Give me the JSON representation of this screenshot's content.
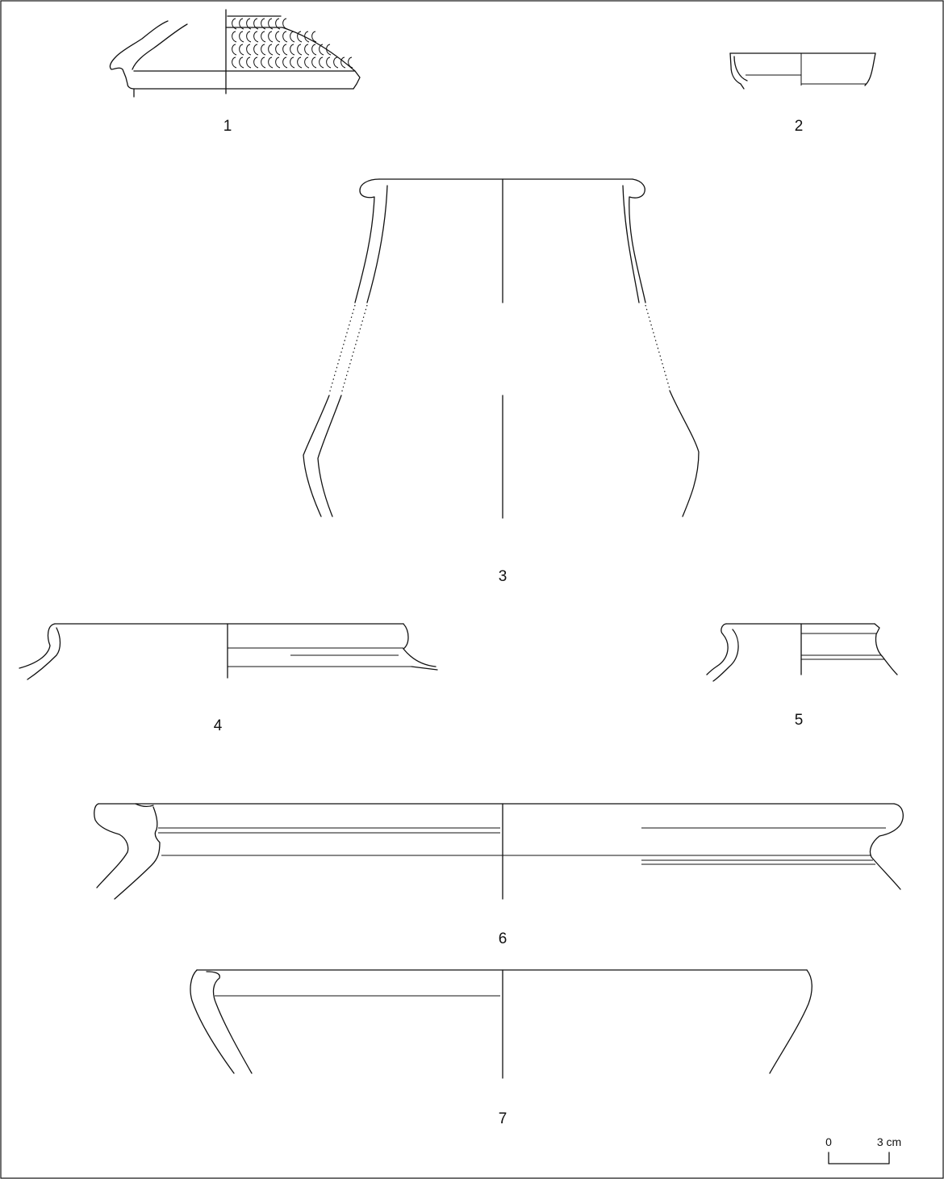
{
  "figures": [
    {
      "id": "fig1",
      "label": "1"
    },
    {
      "id": "fig2",
      "label": "2"
    },
    {
      "id": "fig3",
      "label": "3"
    },
    {
      "id": "fig4",
      "label": "4"
    },
    {
      "id": "fig5",
      "label": "5"
    },
    {
      "id": "fig6",
      "label": "6"
    },
    {
      "id": "fig7",
      "label": "7"
    }
  ],
  "scale_bar": {
    "start_label": "0",
    "end_label": "3 cm"
  }
}
